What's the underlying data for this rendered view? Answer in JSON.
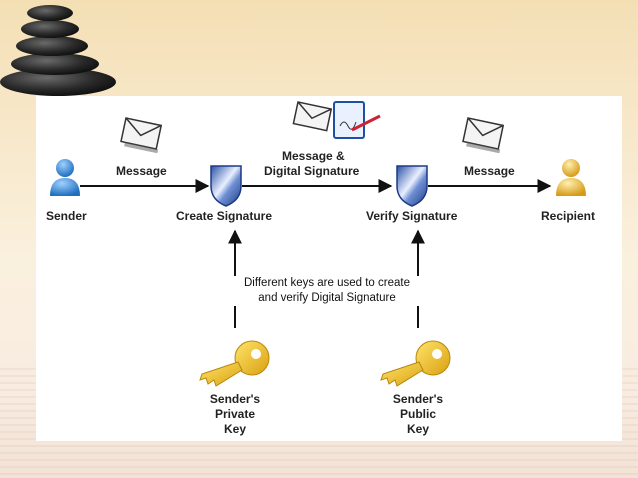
{
  "diagram": {
    "nodes": {
      "sender": "Sender",
      "create_signature": "Create Signature",
      "verify_signature": "Verify Signature",
      "recipient": "Recipient"
    },
    "edges": {
      "message_in": "Message",
      "message_and_signature_line1": "Message &",
      "message_and_signature_line2": "Digital Signature",
      "message_out": "Message"
    },
    "note_line1": "Different keys are used to create",
    "note_line2": "and verify Digital Signature",
    "keys": {
      "private": [
        "Sender's",
        "Private",
        "Key"
      ],
      "public": [
        "Sender's",
        "Public",
        "Key"
      ]
    }
  },
  "colors": {
    "person_sender": "#3d8fd6",
    "person_recipient": "#e9b53a",
    "shield": "#2b4c9a",
    "key": "#f2c21a",
    "arrow": "#111111"
  },
  "icons": [
    "stones-decoration",
    "person-icon",
    "envelope-icon",
    "shield-icon",
    "signed-document-icon",
    "key-icon"
  ]
}
